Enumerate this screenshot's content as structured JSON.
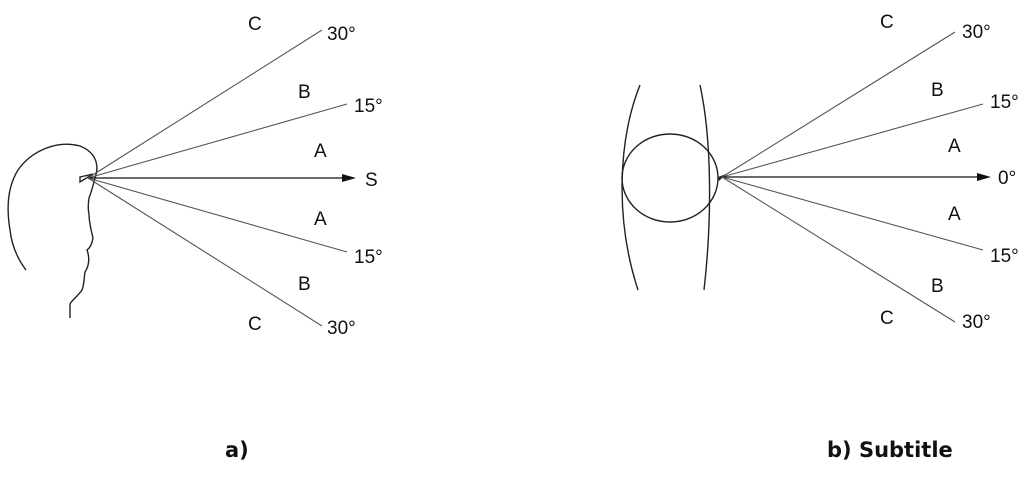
{
  "panel_a": {
    "caption": "a)",
    "labels": {
      "top_30": "30°",
      "top_15": "15°",
      "straight": "S",
      "bottom_15": "15°",
      "bottom_30": "30°",
      "zone_c_top": "C",
      "zone_b_top": "B",
      "zone_a_top": "A",
      "zone_a_bottom": "A",
      "zone_b_bottom": "B",
      "zone_c_bottom": "C"
    }
  },
  "panel_b": {
    "caption": "b) Subtitle",
    "labels": {
      "top_30": "30°",
      "top_15": "15°",
      "straight": "0°",
      "bottom_15": "15°",
      "bottom_30": "30°",
      "zone_c_top": "C",
      "zone_b_top": "B",
      "zone_a_top": "A",
      "zone_a_bottom": "A",
      "zone_b_bottom": "B",
      "zone_c_bottom": "C"
    }
  }
}
